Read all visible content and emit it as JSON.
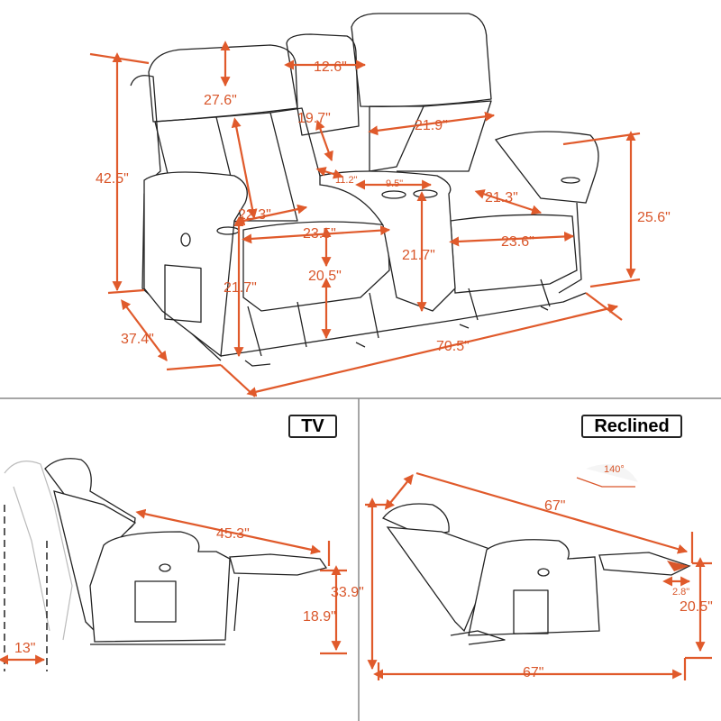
{
  "accent_color": "#e05a2b",
  "front_view": {
    "dimensions": {
      "headrest_depth": "27.6\"",
      "console_width": "12.6\"",
      "console_back_height": "19.7\"",
      "back_width": "21.9\"",
      "overall_height": "42.5\"",
      "console_depth": "11.2\"",
      "console_lid_width": "9.5\"",
      "armrest_width": "21.3\"",
      "arm_height": "25.6\"",
      "seat_depth_left": "22.3\"",
      "seat_width_left": "23.5\"",
      "seat_width_right": "23.6\"",
      "console_height": "21.7\"",
      "seat_height_front": "20.5\"",
      "seat_height_side": "21.7\"",
      "overall_depth": "37.4\"",
      "overall_width": "70.5\""
    }
  },
  "tv_view": {
    "label": "TV",
    "dimensions": {
      "extended_length": "45.3\"",
      "footrest_height": "18.9\"",
      "wall_clearance": "13\""
    }
  },
  "reclined_view": {
    "label": "Reclined",
    "dimensions": {
      "angle": "140°",
      "diagonal_length": "67\"",
      "overall_height": "33.9\"",
      "footrest_thickness": "2.8\"",
      "footrest_height": "20.5\"",
      "overall_length": "67\""
    }
  }
}
